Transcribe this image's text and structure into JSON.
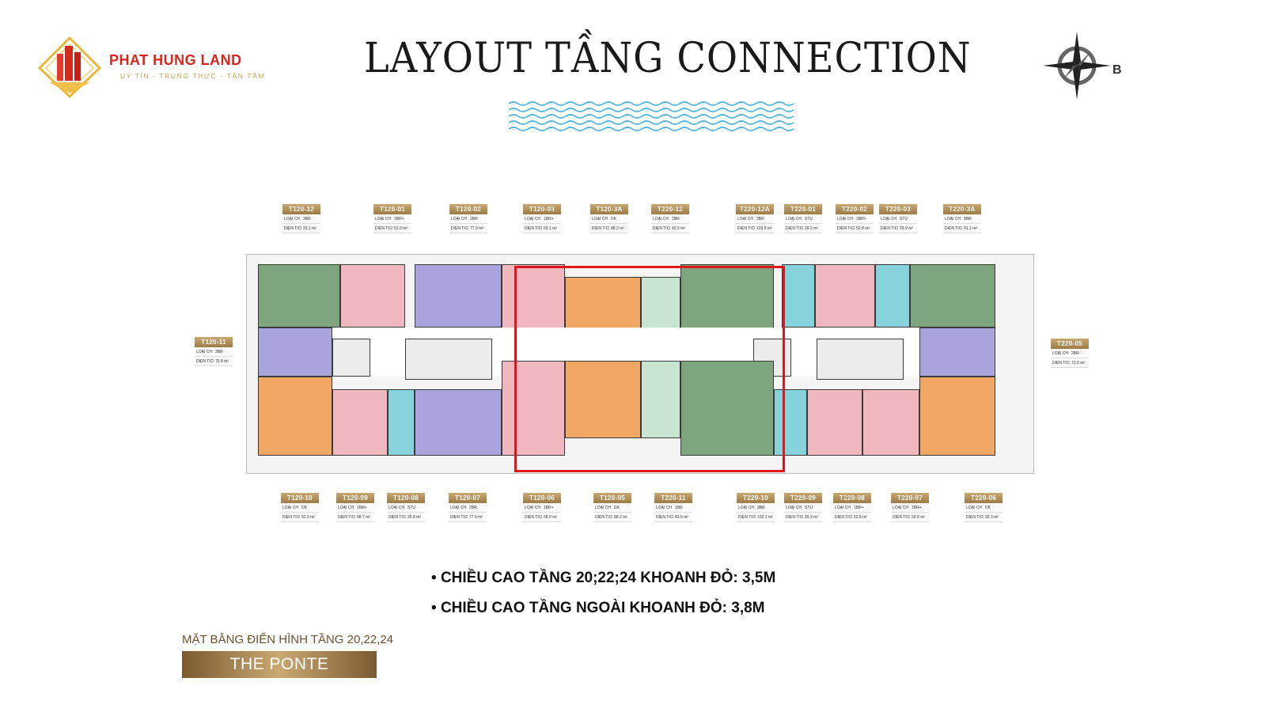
{
  "brand": {
    "name": "PHAT HUNG LAND",
    "slogan": "UY TÍN - TRUNG THỰC - TẬN TÂM"
  },
  "title": "LAYOUT TẦNG CONNECTION",
  "compass": {
    "letter": "B"
  },
  "colors": {
    "green": "#7ea57e",
    "pink": "#f0b7be",
    "purple": "#a9a5dc",
    "orange": "#f1a864",
    "cyan": "#86d3de",
    "mint": "#c8e5d2",
    "highlight": "#e0161c",
    "gold": "#b08a52",
    "brand_red": "#d9261c"
  },
  "table_labels": {
    "type": "LOẠI CH",
    "area": "DIỆN TÍCH"
  },
  "units_top": [
    {
      "code": "T120-12",
      "type": "3BR",
      "area": "91.1 m²"
    },
    {
      "code": "T120-01",
      "type": "1BR+",
      "area": "52.0 m²"
    },
    {
      "code": "T120-02",
      "type": "2BR",
      "area": "77.9 m²"
    },
    {
      "code": "T120-03",
      "type": "1BR+",
      "area": "69.1 m²"
    },
    {
      "code": "T120-3A",
      "type": "DK",
      "area": "88.2 m²"
    },
    {
      "code": "T220-12",
      "type": "1BR",
      "area": "43.5 m²"
    },
    {
      "code": "T220-12A",
      "type": "3BR",
      "area": "103.9 m²"
    },
    {
      "code": "T220-01",
      "type": "STU",
      "area": "39.2 m²"
    },
    {
      "code": "T220-02",
      "type": "1BR+",
      "area": "52.8 m²"
    },
    {
      "code": "T220-03",
      "type": "STU",
      "area": "29.9 m²"
    },
    {
      "code": "T220-3A",
      "type": "3BR",
      "area": "91.1 m²"
    }
  ],
  "units_bottom": [
    {
      "code": "T120-10",
      "type": "DK",
      "area": "92.2 m²"
    },
    {
      "code": "T120-09",
      "type": "1BR+",
      "area": "48.7 m²"
    },
    {
      "code": "T120-08",
      "type": "STU",
      "area": "25.8 m²"
    },
    {
      "code": "T120-07",
      "type": "2BR",
      "area": "77.9 m²"
    },
    {
      "code": "T120-06",
      "type": "1BR+",
      "area": "68.9 m²"
    },
    {
      "code": "T120-05",
      "type": "DK",
      "area": "88.2 m²"
    },
    {
      "code": "T220-11",
      "type": "1BR",
      "area": "43.5 m²"
    },
    {
      "code": "T220-10",
      "type": "3BR",
      "area": "102.1 m²"
    },
    {
      "code": "T220-09",
      "type": "STU",
      "area": "39.2 m²"
    },
    {
      "code": "T220-08",
      "type": "1BR+",
      "area": "52.8 m²"
    },
    {
      "code": "T220-07",
      "type": "1BR+",
      "area": "52.8 m²"
    },
    {
      "code": "T220-06",
      "type": "DK",
      "area": "92.3 m²"
    }
  ],
  "unit_left": {
    "code": "T120-11",
    "type": "3BR",
    "area": "75.8 m²"
  },
  "unit_right": {
    "code": "T220-05",
    "type": "2BR",
    "area": "73.0 m²"
  },
  "notes": [
    "CHIỀU CAO TẦNG 20;22;24 KHOANH ĐỎ: 3,5M",
    "CHIỀU CAO TẦNG NGOÀI KHOANH ĐỎ: 3,8M"
  ],
  "caption": "MẶT BẰNG ĐIỂN HÌNH TẦNG 20,22,24",
  "project": "THE PONTE"
}
